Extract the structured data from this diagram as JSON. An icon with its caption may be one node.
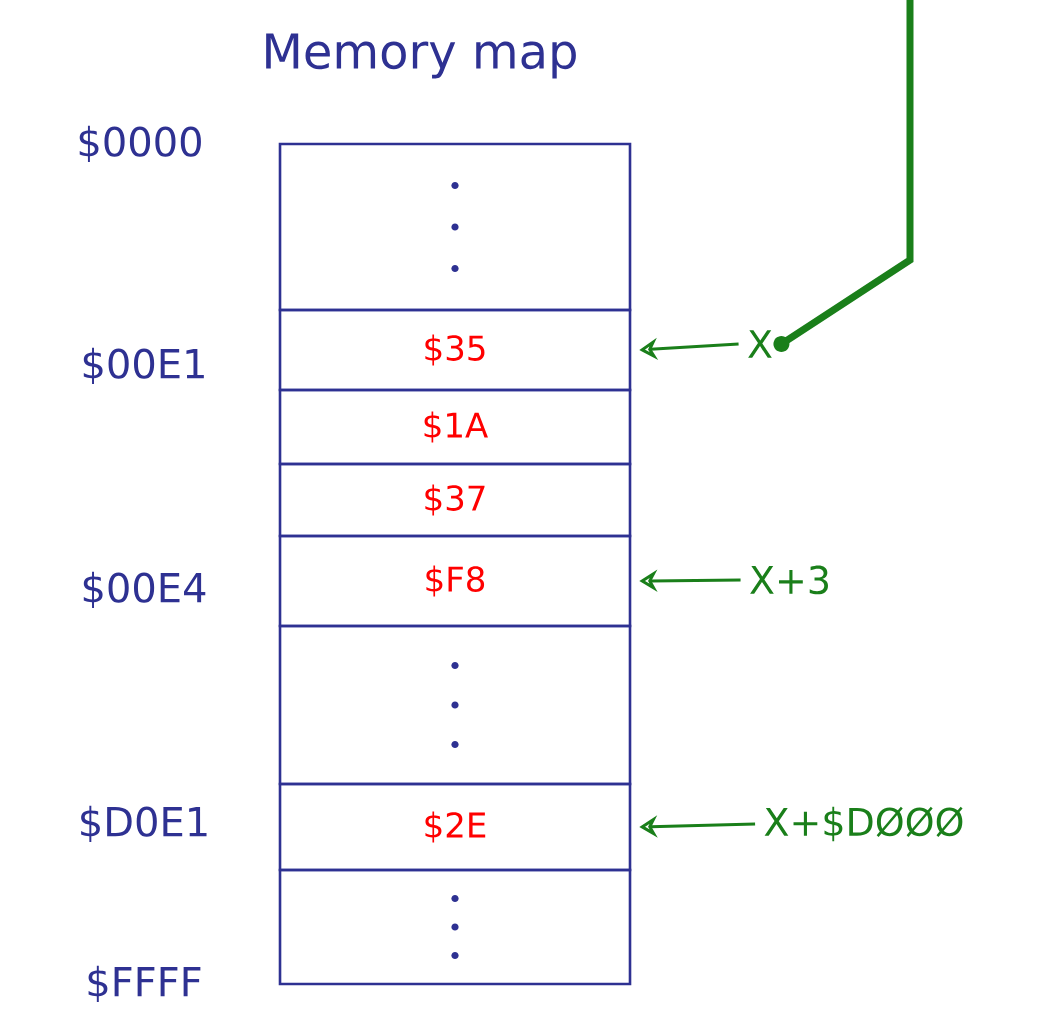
{
  "diagram": {
    "title": "Memory map",
    "nodes": [
      {
        "text": [],
        "shape": "box"
      },
      {
        "text": [
          "$35"
        ]
      },
      {
        "text": [
          "$1A"
        ]
      },
      {
        "text": [
          "$37"
        ]
      },
      {
        "text": [
          "$F8"
        ]
      },
      {
        "text": [],
        "shape": "box"
      },
      {
        "text": [
          "$2E"
        ]
      },
      {
        "text": [],
        "shape": "box"
      },
      {
        "text": [
          "X"
        ]
      },
      {
        "text": [
          "X+3"
        ]
      },
      {
        "text": [
          "X+$DØØØ"
        ]
      }
    ],
    "edges": [
      {
        "from": null,
        "to": 8,
        "arrow": "other",
        "style": "thick"
      },
      {
        "from": 8,
        "to": 1,
        "arrow": "to"
      },
      {
        "from": 9,
        "to": 4,
        "arrow": "to"
      },
      {
        "from": 10,
        "to": 6,
        "arrow": "to"
      }
    ],
    "labels": [
      "$0000",
      "$00E1",
      "$00E4",
      "$D0E1",
      "$FFFF"
    ]
  }
}
